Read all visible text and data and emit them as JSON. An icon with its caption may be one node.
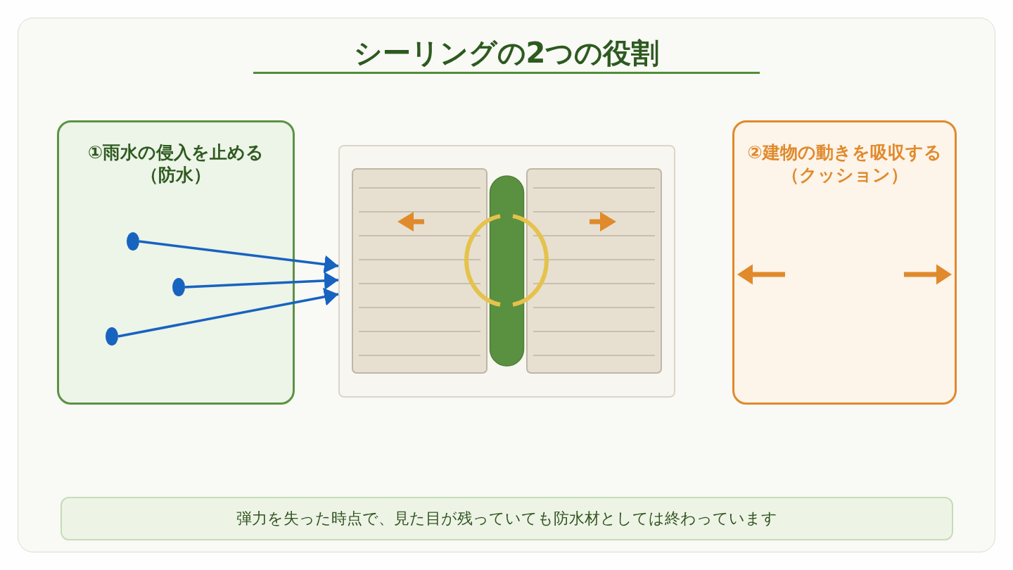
{
  "diagram": {
    "title": "シーリングの2つの役割",
    "nodes": [
      {
        "text": [
          "①雨水の侵入を止める（防水）"
        ]
      },
      {
        "text": [],
        "shape": "circle",
        "in": 0
      },
      {
        "text": [],
        "shape": "circle",
        "in": 0
      },
      {
        "text": [],
        "shape": "circle",
        "in": 0
      },
      {
        "text": [],
        "shape": "picture"
      },
      {
        "text": [
          "②建物の動きを吸収する（クッション）"
        ]
      },
      {
        "text": [
          "弾力を失った時点で、見た目が残っていても防水材としては終わっています"
        ]
      }
    ],
    "edges": [
      {
        "from": 1,
        "to": 4,
        "arrow": "to"
      },
      {
        "from": 2,
        "to": 4,
        "arrow": "to"
      },
      {
        "from": 3,
        "to": 4,
        "arrow": "to"
      }
    ]
  }
}
